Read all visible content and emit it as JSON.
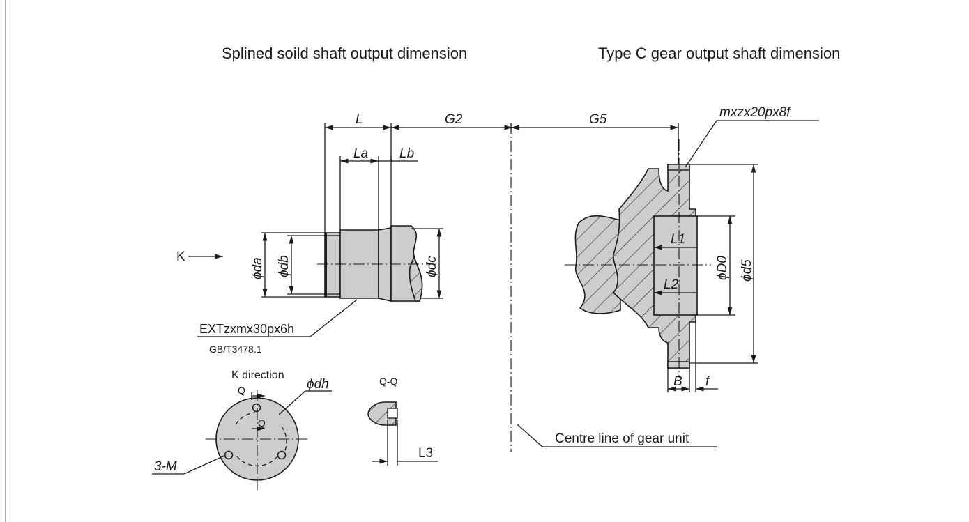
{
  "titles": {
    "left": "Splined soild shaft output dimension",
    "right": "Type C gear output shaft dimension"
  },
  "labels": {
    "L": "L",
    "G2": "G2",
    "G5": "G5",
    "La": "La",
    "Lb": "Lb",
    "K_arrow": "K",
    "da": "ϕda",
    "db": "ϕdb",
    "dc": "ϕdc",
    "spline_spec": "EXTzxmx30px6h",
    "spline_std": "GB/T3478.1",
    "k_direction": "K direction",
    "q_top": "Q",
    "q_mid": "Q",
    "dh": "ϕdh",
    "three_m": "3-M",
    "qq": "Q-Q",
    "L3": "L3",
    "gear_spec": "mxzx20px8f",
    "L1": "L1",
    "L2": "L2",
    "D0": "ϕD0",
    "d5": "ϕd5",
    "B": "B",
    "f": "f",
    "centre_line": "Centre line of gear unit"
  }
}
